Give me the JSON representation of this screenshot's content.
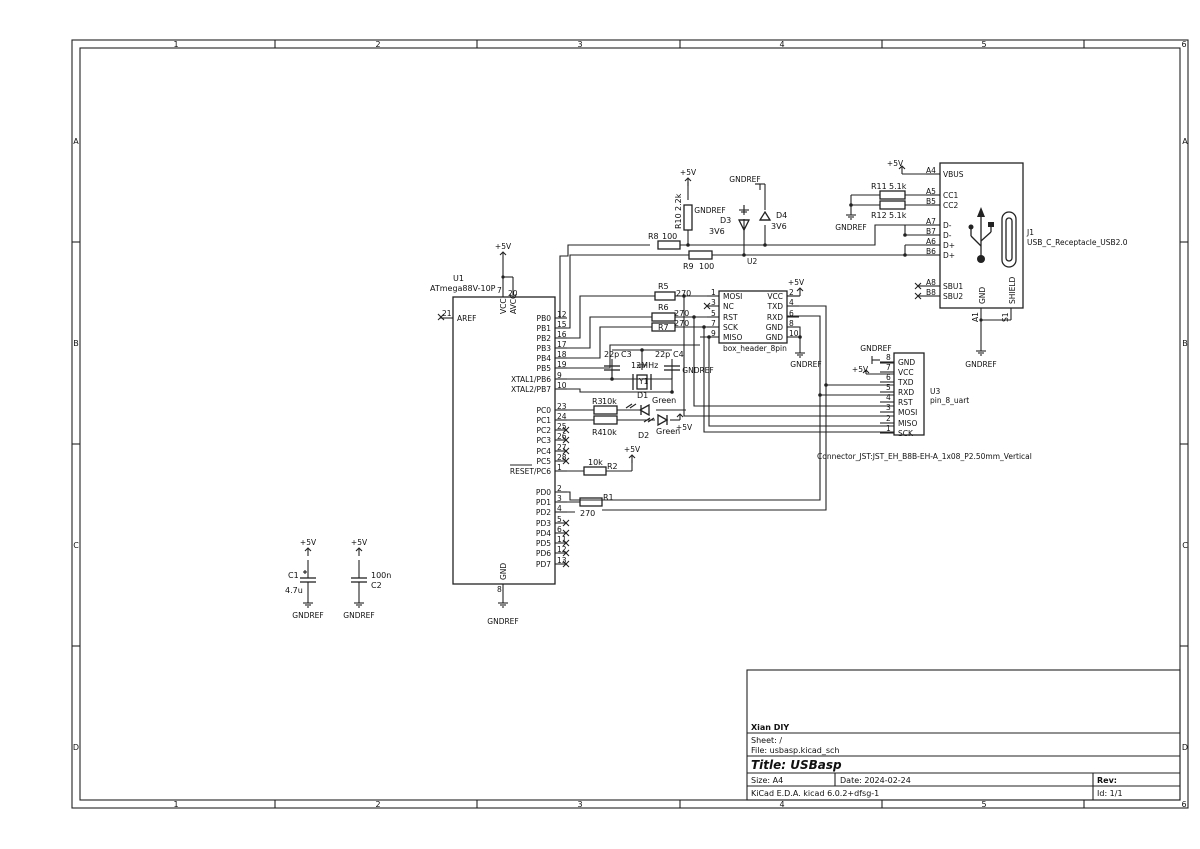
{
  "frame": {
    "columns": [
      "1",
      "2",
      "3",
      "4",
      "5",
      "6"
    ],
    "rows": [
      "A",
      "B",
      "C",
      "D"
    ]
  },
  "title_block": {
    "company": "Xian DIY",
    "sheet": "Sheet: /",
    "file": "File: usbasp.kicad_sch",
    "title": "Title: USBasp",
    "size": "Size: A4",
    "date": "Date: 2024-02-24",
    "rev": "Rev:",
    "tool": "KiCad E.D.A.  kicad 6.0.2+dfsg-1",
    "id": "Id: 1/1"
  },
  "u1": {
    "ref": "U1",
    "value": "ATmega88V-10P",
    "top_pins": [
      {
        "num": "7",
        "name": "VCC"
      },
      {
        "num": "20",
        "name": "AVCC"
      }
    ],
    "bottom_pin": {
      "num": "8",
      "name": "GND"
    },
    "left_pin": {
      "num": "21",
      "name": "AREF"
    },
    "right_pins": [
      {
        "num": "12",
        "name": "PB0"
      },
      {
        "num": "15",
        "name": "PB1"
      },
      {
        "num": "16",
        "name": "PB2"
      },
      {
        "num": "17",
        "name": "PB3"
      },
      {
        "num": "18",
        "name": "PB4"
      },
      {
        "num": "19",
        "name": "PB5"
      },
      {
        "num": "9",
        "name": "XTAL1/PB6"
      },
      {
        "num": "10",
        "name": "XTAL2/PB7"
      },
      {
        "num": "23",
        "name": "PC0"
      },
      {
        "num": "24",
        "name": "PC1"
      },
      {
        "num": "25",
        "name": "PC2"
      },
      {
        "num": "26",
        "name": "PC3"
      },
      {
        "num": "27",
        "name": "PC4"
      },
      {
        "num": "28",
        "name": "PC5"
      },
      {
        "num": "1",
        "name": "RESET/PC6"
      },
      {
        "num": "2",
        "name": "PD0"
      },
      {
        "num": "3",
        "name": "PD1"
      },
      {
        "num": "4",
        "name": "PD2"
      },
      {
        "num": "5",
        "name": "PD3"
      },
      {
        "num": "6",
        "name": "PD4"
      },
      {
        "num": "11",
        "name": "PD5"
      },
      {
        "num": "12",
        "name": "PD6"
      },
      {
        "num": "13",
        "name": "PD7"
      }
    ]
  },
  "header8": {
    "value": "box_header_8pin",
    "left": [
      {
        "num": "1",
        "name": "MOSI"
      },
      {
        "num": "3",
        "name": "NC"
      },
      {
        "num": "5",
        "name": "RST"
      },
      {
        "num": "7",
        "name": "SCK"
      },
      {
        "num": "9",
        "name": "MISO"
      }
    ],
    "right": [
      {
        "num": "2",
        "name": "VCC"
      },
      {
        "num": "4",
        "name": "TXD"
      },
      {
        "num": "6",
        "name": "RXD"
      },
      {
        "num": "8",
        "name": "GND"
      },
      {
        "num": "10",
        "name": "GND"
      }
    ],
    "ref": "U2"
  },
  "u3": {
    "ref": "U3",
    "value": "pin_8_uart",
    "footprint": "Connector_JST:JST_EH_B8B-EH-A_1x08_P2.50mm_Vertical",
    "pins": [
      {
        "num": "8",
        "name": "GND"
      },
      {
        "num": "7",
        "name": "VCC"
      },
      {
        "num": "6",
        "name": "TXD"
      },
      {
        "num": "5",
        "name": "RXD"
      },
      {
        "num": "4",
        "name": "RST"
      },
      {
        "num": "3",
        "name": "MOSI"
      },
      {
        "num": "2",
        "name": "MISO"
      },
      {
        "num": "1",
        "name": "SCK"
      }
    ]
  },
  "j1": {
    "ref": "J1",
    "value": "USB_C_Receptacle_USB2.0",
    "left": [
      {
        "num": "A4",
        "name": "VBUS"
      },
      {
        "num": "A5",
        "name": "CC1"
      },
      {
        "num": "B5",
        "name": "CC2"
      },
      {
        "num": "A7",
        "name": "D-"
      },
      {
        "num": "B7",
        "name": "D-"
      },
      {
        "num": "A6",
        "name": "D+"
      },
      {
        "num": "B6",
        "name": "D+"
      },
      {
        "num": "A8",
        "name": "SBU1"
      },
      {
        "num": "B8",
        "name": "SBU2"
      }
    ],
    "bottom": [
      {
        "num": "A1",
        "name": "GND"
      },
      {
        "num": "S1",
        "name": "SHIELD"
      }
    ]
  },
  "parts": {
    "r1": "R1",
    "r1v": "270",
    "r2": "R2",
    "r2v": "10k",
    "r3": "R3",
    "r3v": "10k",
    "r4": "R4",
    "r4v": "10k",
    "r5": "R5",
    "r5v": "270",
    "r6": "R6",
    "r6v": "270",
    "r7": "R7",
    "r7v": "270",
    "r8": "R8",
    "r8v": "100",
    "r9": "R9",
    "r9v": "100",
    "r10": "R10",
    "r10v": "2.2k",
    "r11": "R11",
    "r11v": "5.1k",
    "r12": "R12",
    "r12v": "5.1k",
    "c1": "C1",
    "c1v": "4.7u",
    "c2": "C2",
    "c2v": "100n",
    "c3": "C3",
    "c3v": "22p",
    "c4": "C4",
    "c4v": "22p",
    "y1": "Y1",
    "y1v": "12MHz",
    "d1": "D1",
    "d1v": "Green",
    "d2": "D2",
    "d2v": "Green",
    "d3": "D3",
    "d3v": "3V6",
    "d4": "D4",
    "d4v": "3V6"
  },
  "nets": {
    "vcc": "+5V",
    "gnd": "GNDREF"
  }
}
